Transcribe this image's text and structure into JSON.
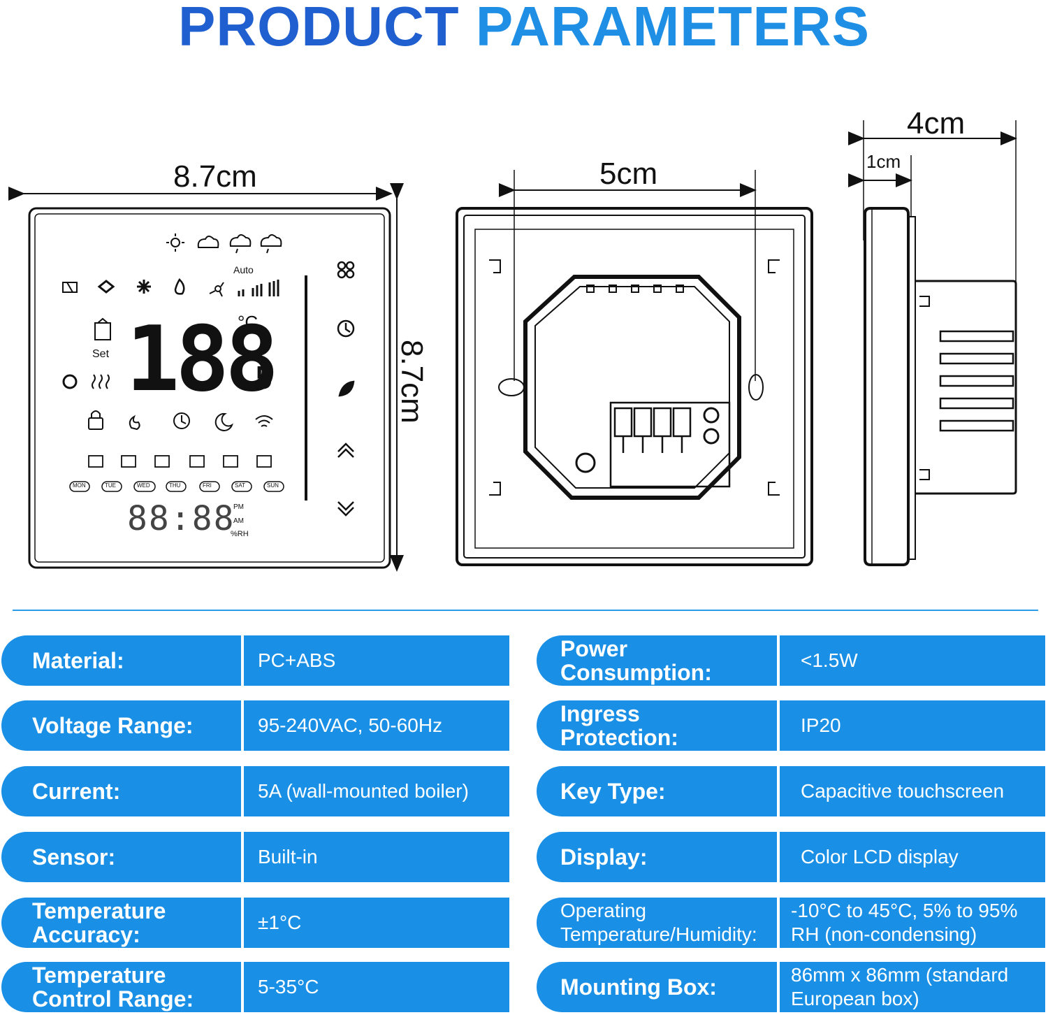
{
  "title": {
    "part1": "PRODUCT",
    "part2": "PARAMETERS"
  },
  "dimensions": {
    "front_width": "8.7cm",
    "front_height": "8.7cm",
    "back_width": "5cm",
    "side_depth": "4cm",
    "side_front": "1cm"
  },
  "display": {
    "digits": "188",
    "decimal": ".5",
    "unit": "°C",
    "auto": "Auto",
    "set": "Set",
    "clock": "88:88",
    "pm": "PM",
    "am": "AM",
    "rh": "%RH",
    "days": [
      "MON",
      "TUE",
      "WED",
      "THU",
      "FRI",
      "SAT",
      "SUN"
    ]
  },
  "colors": {
    "title_dark": "#1f5fcf",
    "title_light": "#1e8fe4",
    "table_blue": "#1a8fe6"
  },
  "specs_left": [
    {
      "label": "Material:",
      "value": "PC+ABS"
    },
    {
      "label": "Voltage Range:",
      "value": "95-240VAC, 50-60Hz"
    },
    {
      "label": "Current:",
      "value": "5A (wall-mounted boiler)"
    },
    {
      "label": "Sensor:",
      "value": "Built-in"
    },
    {
      "label": "Temperature Accuracy:",
      "value": "±1°C"
    },
    {
      "label": "Temperature Control Range:",
      "value": "5-35°C"
    }
  ],
  "specs_right": [
    {
      "label": "Power Consumption:",
      "value": "<1.5W"
    },
    {
      "label": "Ingress Protection:",
      "value": "IP20"
    },
    {
      "label": "Key Type:",
      "value": "Capacitive touchscreen"
    },
    {
      "label": "Display:",
      "value": "Color LCD display"
    },
    {
      "label": "Operating Temperature/Humidity:",
      "value": "-10°C to 45°C, 5% to 95% RH (non-condensing)"
    },
    {
      "label": "Mounting Box:",
      "value": "86mm x 86mm (standard European box)"
    }
  ]
}
